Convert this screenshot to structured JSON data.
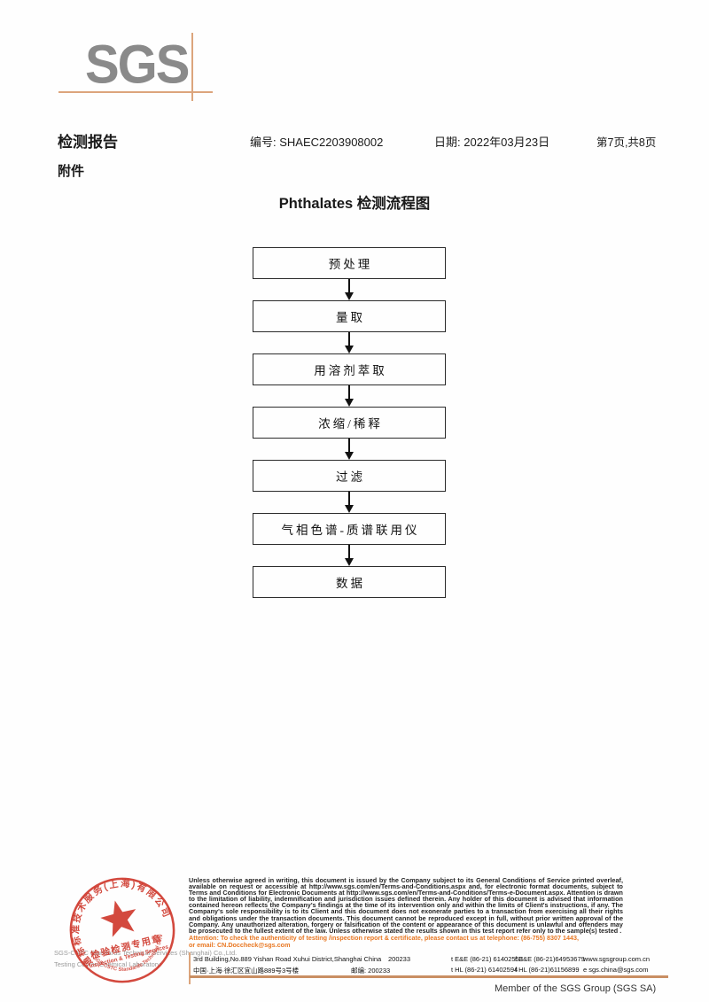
{
  "header": {
    "logo_text": "SGS",
    "report_title": "检测报告",
    "report_no_label": "编号:",
    "report_no": "SHAEC2203908002",
    "date_label": "日期:",
    "date": "2022年03月23日",
    "page_info": "第7页,共8页",
    "attachment_label": "附件"
  },
  "flowchart": {
    "title": "Phthalates 检测流程图",
    "steps": [
      "预处理",
      "量取",
      "用溶剂萃取",
      "浓缩/稀释",
      "过滤",
      "气相色谱-质谱联用仪",
      "数据"
    ]
  },
  "stamp": {
    "arc_text_top": "通标标准技术服务(上海)有限公司",
    "arc_text_bottom": "SGS-CSTC Standards Technical Services",
    "seal_line1": "检验检测专用章",
    "seal_line2": "Inspection & Testing Services",
    "company_line1": "SGS-CSTC Standards Technical Services (Shanghai) Co.,Ltd.",
    "company_line2": "Testing Center-Chemical Laboratory"
  },
  "legal": {
    "terms": "Unless otherwise agreed in writing, this document is issued by the Company subject to its General Conditions of Service printed overleaf, available on request or accessible at http://www.sgs.com/en/Terms-and-Conditions.aspx and, for electronic format documents, subject to Terms and Conditions for Electronic Documents at http://www.sgs.com/en/Terms-and-Conditions/Terms-e-Document.aspx. Attention is drawn to the limitation of liability, indemnification and jurisdiction issues defined therein. Any holder of this document is advised that information contained hereon reflects the Company's findings at the time of its intervention only and within the limits of Client's instructions, if any. The Company's sole responsibility is to its Client and this document does not exonerate parties to a transaction from exercising all their rights and obligations under the transaction documents. This document cannot be reproduced except in full, without prior written approval of the Company. Any unauthorized alteration, forgery or falsification of the content or appearance of this document is unlawful and offenders may be prosecuted to the fullest extent of the law. Unless otherwise stated the results shown in this test report refer only to the sample(s) tested .",
    "attention_line1": "Attention: To check the authenticity of testing /inspection report & certificate, please contact us at telephone: (86-755) 8307 1443,",
    "attention_line2": "or email: CN.Doccheck@sgs.com"
  },
  "address": {
    "en_address": "3rd Building,No.889 Yishan Road Xuhui District,Shanghai China",
    "en_postcode": "200233",
    "cn_address": "中国·上海·徐汇区宜山路889号3号楼",
    "cn_postcode": "邮编: 200233",
    "tel1": "t E&E (86-21) 61402553",
    "fax1": "f E&E (86-21)64953679",
    "web": "www.sgsgroup.com.cn",
    "tel2": "t HL (86-21) 61402594",
    "fax2": "f HL (86-21)61156899",
    "email": "e sgs.china@sgs.com"
  },
  "footer": {
    "member_text": "Member of the SGS Group (SGS SA)"
  },
  "colors": {
    "brand_line_orange": "#dca57c",
    "attention_orange": "#e87722",
    "stamp_red": "#cf3a2e",
    "logo_gray": "#8a8a8a"
  }
}
